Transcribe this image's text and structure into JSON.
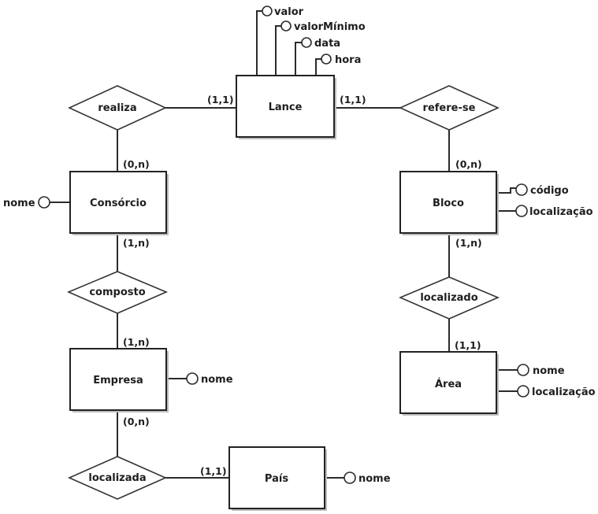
{
  "entities": {
    "lance": "Lance",
    "consorcio": "Consórcio",
    "bloco": "Bloco",
    "empresa": "Empresa",
    "area": "Área",
    "pais": "País"
  },
  "relationships": {
    "realiza": "realiza",
    "refere_se": "refere-se",
    "composto": "composto",
    "localizado": "localizado",
    "localizada": "localizada"
  },
  "attributes": {
    "lance_valor": "valor",
    "lance_valor_minimo": "valorMínimo",
    "lance_data": "data",
    "lance_hora": "hora",
    "consorcio_nome": "nome",
    "bloco_codigo": "código",
    "bloco_localizacao": "localização",
    "empresa_nome": "nome",
    "area_nome": "nome",
    "area_localizacao": "localização",
    "pais_nome": "nome"
  },
  "cardinalities": {
    "lance_realiza": "(1,1)",
    "lance_refere_se": "(1,1)",
    "consorcio_realiza": "(0,n)",
    "bloco_refere_se": "(0,n)",
    "consorcio_composto": "(1,n)",
    "bloco_localizado": "(1,n)",
    "empresa_composto": "(1,n)",
    "area_localizado": "(1,1)",
    "empresa_localizada": "(0,n)",
    "pais_localizada": "(1,1)"
  }
}
